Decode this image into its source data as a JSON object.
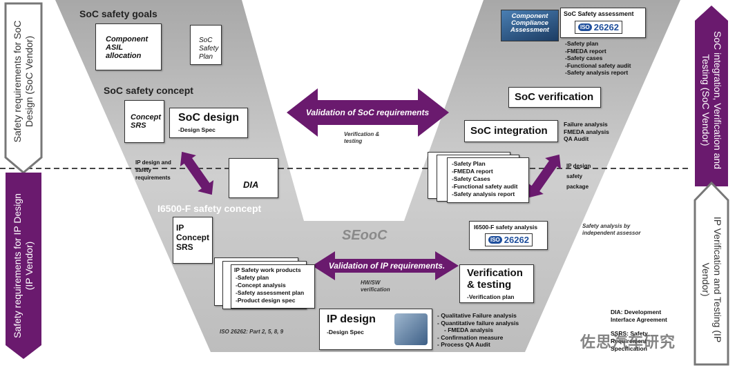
{
  "left_panel": {
    "top_label": "Safety requirements for SoC Design (SoC Vendor)",
    "bottom_label": "Safety requirements for IP Design (IP Vendor)"
  },
  "right_panel": {
    "top_label": "SoC integration, Verification and Testing  (SoC Vendor)",
    "bottom_label": "IP Verification and Testing (IP Vendor)"
  },
  "soc_safety_goals": {
    "heading": "SoC safety goals",
    "doc1": "Component ASIL allocation",
    "doc2": "SoC Safety Plan"
  },
  "soc_safety_concept": {
    "heading": "SoC safety concept",
    "concept_srs": "Concept SRS",
    "soc_design_title": "SoC design",
    "soc_design_sub": "-Design Spec"
  },
  "ip_design_requirements": "IP design and safety requirements",
  "dia": "DIA",
  "i6500_concept": "I6500-F safety concept",
  "ip_concept": "IP Concept SRS",
  "ip_products": {
    "title": "IP Safety work products",
    "items": [
      "-Safety plan",
      "-Concept analysis",
      "-Safety assessment plan",
      "-Product design spec"
    ]
  },
  "ip_design": {
    "title": "IP design",
    "sub": "-Design Spec"
  },
  "iso_parts": "ISO 26262: Part  2, 5, 8, 9",
  "seooc": "SEooC",
  "validation_soc": {
    "label": "Validation of SoC requirements",
    "note": "Verification & testing"
  },
  "validation_ip": {
    "label": "Validation of IP requirements.",
    "note": "HW/SW verification"
  },
  "ip_analysis_items": [
    "- Qualitative  Failure analysis",
    "- Quantitative failure analysis",
    "-  FMEDA analysis",
    "- Confirmation measure",
    "- Process QA Audit"
  ],
  "component_compliance": "Component Compliance Assessment",
  "soc_assessment": {
    "title": "SoC Safety assessment",
    "iso_logo": "ISO",
    "iso_number": "26262",
    "items": [
      "-Safety plan",
      "-FMEDA report",
      "-Safety cases",
      "-Functional safety audit",
      "-Safety analysis report"
    ]
  },
  "soc_verification": "SoC verification",
  "soc_integration": "SoC integration",
  "integration_notes": [
    "Failure analysis",
    "FMEDA analysis",
    "QA Audit"
  ],
  "ip_package_docs": [
    "-Safety Plan",
    "-FMEDA report",
    "-Safety Cases",
    "-Functional safety audit",
    "-Safety analysis report"
  ],
  "ip_design_package": "IP design safety package",
  "i6500_analysis": {
    "title": "I6500-F safety analysis",
    "iso_logo": "ISO",
    "iso_number": "26262"
  },
  "independent": "Safety analysis by independent assessor",
  "verification_testing": {
    "title": "Verification & testing",
    "sub": "-Verification plan"
  },
  "dia_legend": "DIA: Development Interface Agreement",
  "ssrs_legend": "SSRS: Safety Requirement Specification",
  "watermark": "佐思汽车研究",
  "colors": {
    "purple": "#6a1a6e",
    "funnel_top": "#9a9a9a",
    "funnel_bottom": "#cfcfcf"
  }
}
